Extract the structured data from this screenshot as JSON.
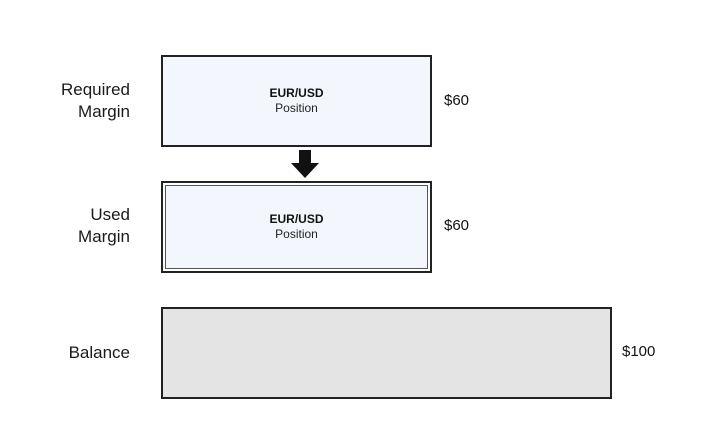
{
  "rows": {
    "required": {
      "label_line1": "Required",
      "label_line2": "Margin",
      "box_title": "EUR/USD",
      "box_subtitle": "Position",
      "amount": "$60"
    },
    "used": {
      "label_line1": "Used",
      "label_line2": "Margin",
      "box_title": "EUR/USD",
      "box_subtitle": "Position",
      "amount": "$60"
    },
    "balance": {
      "label": "Balance",
      "amount": "$100"
    }
  },
  "colors": {
    "position_fill": "#f3f7fd",
    "balance_fill": "#e4e4e4",
    "border": "#222222",
    "arrow": "#111111"
  },
  "icons": {
    "flow_arrow": "arrow-down-icon"
  }
}
